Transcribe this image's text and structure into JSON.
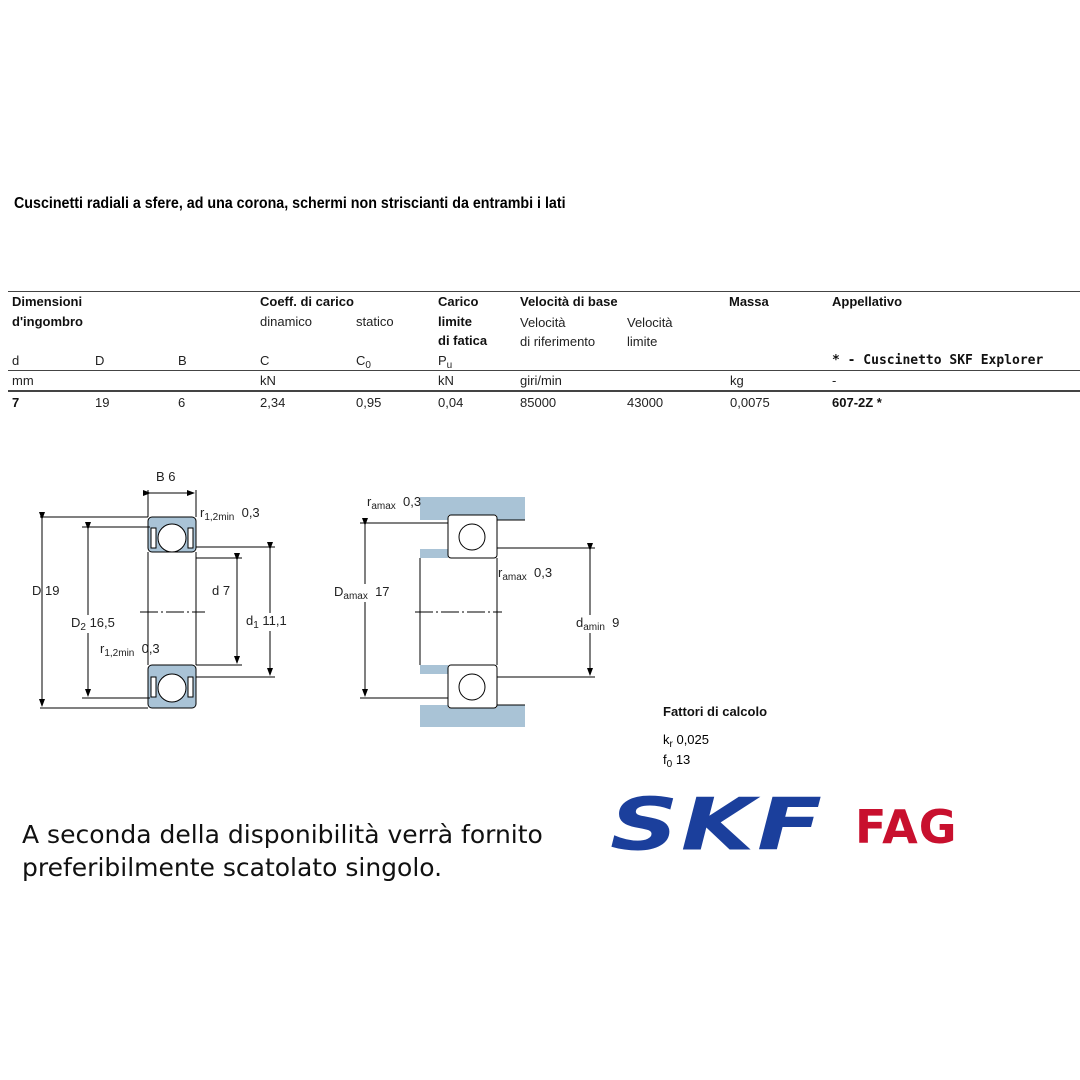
{
  "title": "Cuscinetti radiali a sfere, ad una corona, schermi non striscianti da entrambi i lati",
  "table": {
    "group_headers": {
      "dimensioni": "Dimensioni",
      "ingombro": "d'ingombro",
      "coeff": "Coeff. di carico",
      "dinamico": "dinamico",
      "statico": "statico",
      "carico": "Carico",
      "limite": "limite",
      "fatica": "di fatica",
      "velocita_base": "Velocità di base",
      "vel_rif1": "Velocità",
      "vel_rif2": "di riferimento",
      "vel_lim1": "Velocità",
      "vel_lim2": "limite",
      "massa": "Massa",
      "appellativo": "Appellativo",
      "explorer_note": "* - Cuscinetto SKF Explorer"
    },
    "symbols": {
      "d": "d",
      "D": "D",
      "B": "B",
      "C": "C",
      "C0": "C",
      "C0_sub": "0",
      "Pu": "P",
      "Pu_sub": "u"
    },
    "units": {
      "mm": "mm",
      "kN1": "kN",
      "kN2": "kN",
      "giri": "giri/min",
      "kg": "kg",
      "dash": "-"
    },
    "row": {
      "d": "7",
      "D": "19",
      "B": "6",
      "C": "2,34",
      "C0": "0,95",
      "Pu": "0,04",
      "vrif": "85000",
      "vlim": "43000",
      "massa": "0,0075",
      "appellativo": "607-2Z *"
    }
  },
  "drawing_left": {
    "B_label": "B",
    "B": "6",
    "r12_label": "r",
    "r12_sub": "1,2min",
    "r12_top": "0,3",
    "r12_bottom": "0,3",
    "D_label": "D",
    "D": "19",
    "D2_label": "D",
    "D2_sub": "2",
    "D2": "16,5",
    "d_label": "d",
    "d": "7",
    "d1_label": "d",
    "d1_sub": "1",
    "d1": "11,1"
  },
  "drawing_right": {
    "ra_label": "r",
    "ra_sub": "amax",
    "ra_top": "0,3",
    "ra_mid": "0,3",
    "Da_label": "D",
    "Da_sub": "amax",
    "Da": "17",
    "da_label": "d",
    "da_sub": "amin",
    "da": "9"
  },
  "calc_factors": {
    "title": "Fattori di calcolo",
    "kr_label": "k",
    "kr_sub": "r",
    "kr": "0,025",
    "f0_label": "f",
    "f0_sub": "0",
    "f0": "13"
  },
  "note": {
    "line1": "A seconda della disponibilità verrà fornito",
    "line2": "preferibilmente scatolato singolo."
  },
  "logos": {
    "skf": "SKF",
    "fag": "FAG",
    "skf_color": "#1b3f9c",
    "fag_color": "#c8102e"
  },
  "colors": {
    "shade": "#a9c3d6"
  }
}
